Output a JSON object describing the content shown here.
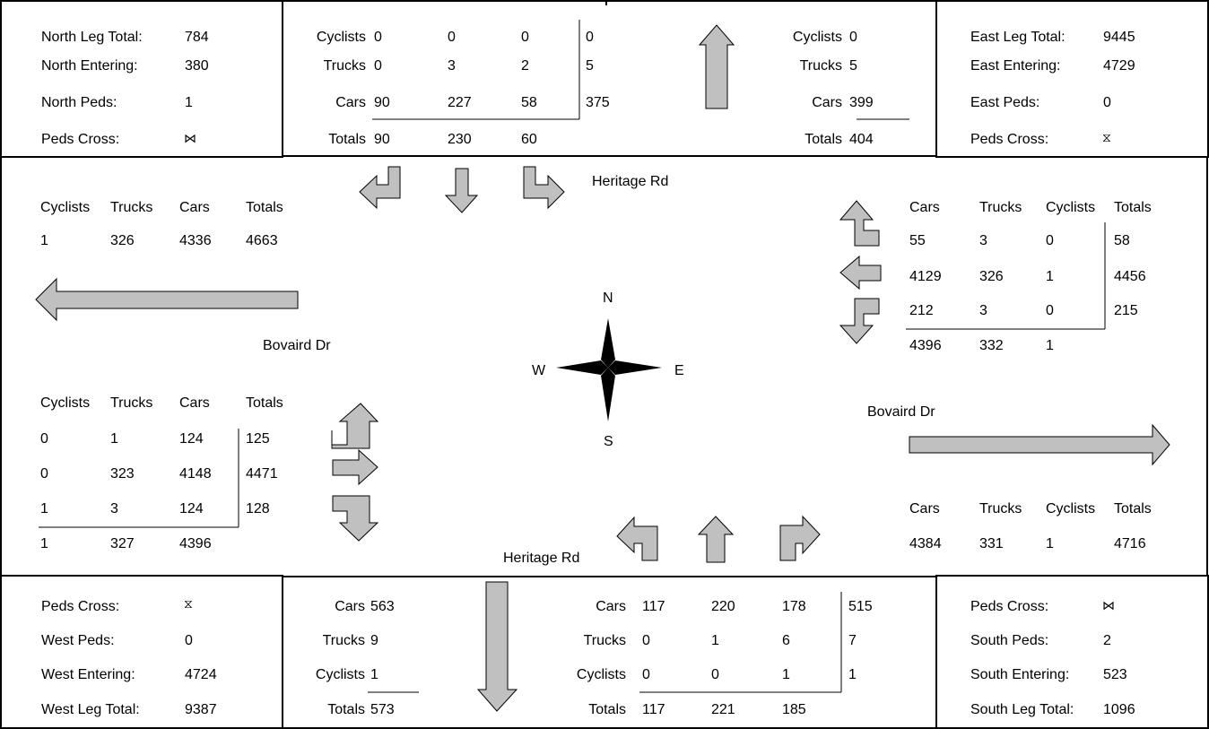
{
  "north_summary": {
    "leg_total_label": "North Leg Total:",
    "leg_total": "784",
    "entering_label": "North Entering:",
    "entering": "380",
    "peds_label": "North Peds:",
    "peds": "1",
    "peds_cross_label": "Peds Cross:",
    "peds_cross_icon": "bowtie-icon"
  },
  "east_summary": {
    "leg_total_label": "East Leg Total:",
    "leg_total": "9445",
    "entering_label": "East Entering:",
    "entering": "4729",
    "peds_label": "East Peds:",
    "peds": "0",
    "peds_cross_label": "Peds Cross:",
    "peds_cross_icon": "hourglass-icon"
  },
  "west_summary": {
    "peds_cross_label": "Peds Cross:",
    "peds_cross_icon": "hourglass-icon",
    "peds_label": "West Peds:",
    "peds": "0",
    "entering_label": "West Entering:",
    "entering": "4724",
    "leg_total_label": "West Leg Total:",
    "leg_total": "9387"
  },
  "south_summary": {
    "peds_cross_label": "Peds Cross:",
    "peds_cross_icon": "bowtie-icon",
    "peds_label": "South Peds:",
    "peds": "2",
    "entering_label": "South Entering:",
    "entering": "523",
    "leg_total_label": "South Leg Total:",
    "leg_total": "1096"
  },
  "north_entering": {
    "row_labels": [
      "Cyclists",
      "Trucks",
      "Cars",
      "Totals"
    ],
    "rows": [
      [
        "0",
        "0",
        "0",
        "0"
      ],
      [
        "0",
        "3",
        "2",
        "5"
      ],
      [
        "90",
        "227",
        "58",
        "375"
      ],
      [
        "90",
        "230",
        "60"
      ]
    ]
  },
  "north_exiting": {
    "row_labels": [
      "Cyclists",
      "Trucks",
      "Cars",
      "Totals"
    ],
    "values": [
      "0",
      "5",
      "399",
      "404"
    ]
  },
  "west_exiting": {
    "headers": [
      "Cyclists",
      "Trucks",
      "Cars",
      "Totals"
    ],
    "values": [
      "1",
      "326",
      "4336",
      "4663"
    ]
  },
  "west_entering": {
    "headers": [
      "Cyclists",
      "Trucks",
      "Cars",
      "Totals"
    ],
    "rows": [
      [
        "0",
        "1",
        "124",
        "125"
      ],
      [
        "0",
        "323",
        "4148",
        "4471"
      ],
      [
        "1",
        "3",
        "124",
        "128"
      ],
      [
        "1",
        "327",
        "4396"
      ]
    ]
  },
  "east_entering": {
    "headers": [
      "Cars",
      "Trucks",
      "Cyclists",
      "Totals"
    ],
    "rows": [
      [
        "55",
        "3",
        "0",
        "58"
      ],
      [
        "4129",
        "326",
        "1",
        "4456"
      ],
      [
        "212",
        "3",
        "0",
        "215"
      ],
      [
        "4396",
        "332",
        "1"
      ]
    ]
  },
  "east_exiting": {
    "headers": [
      "Cars",
      "Trucks",
      "Cyclists",
      "Totals"
    ],
    "values": [
      "4384",
      "331",
      "1",
      "4716"
    ]
  },
  "south_exiting": {
    "row_labels": [
      "Cars",
      "Trucks",
      "Cyclists",
      "Totals"
    ],
    "values": [
      "563",
      "9",
      "1",
      "573"
    ]
  },
  "south_entering": {
    "row_labels": [
      "Cars",
      "Trucks",
      "Cyclists",
      "Totals"
    ],
    "rows": [
      [
        "117",
        "220",
        "178",
        "515"
      ],
      [
        "0",
        "1",
        "6",
        "7"
      ],
      [
        "0",
        "0",
        "1",
        "1"
      ],
      [
        "117",
        "221",
        "185"
      ]
    ]
  },
  "street_labels": {
    "heritage_north": "Heritage Rd",
    "heritage_south": "Heritage Rd",
    "bovaird_west": "Bovaird Dr",
    "bovaird_east": "Bovaird Dr"
  },
  "compass": {
    "n": "N",
    "s": "S",
    "e": "E",
    "w": "W"
  },
  "colors": {
    "arrow_fill": "#c0c0c0",
    "line": "#000000"
  }
}
